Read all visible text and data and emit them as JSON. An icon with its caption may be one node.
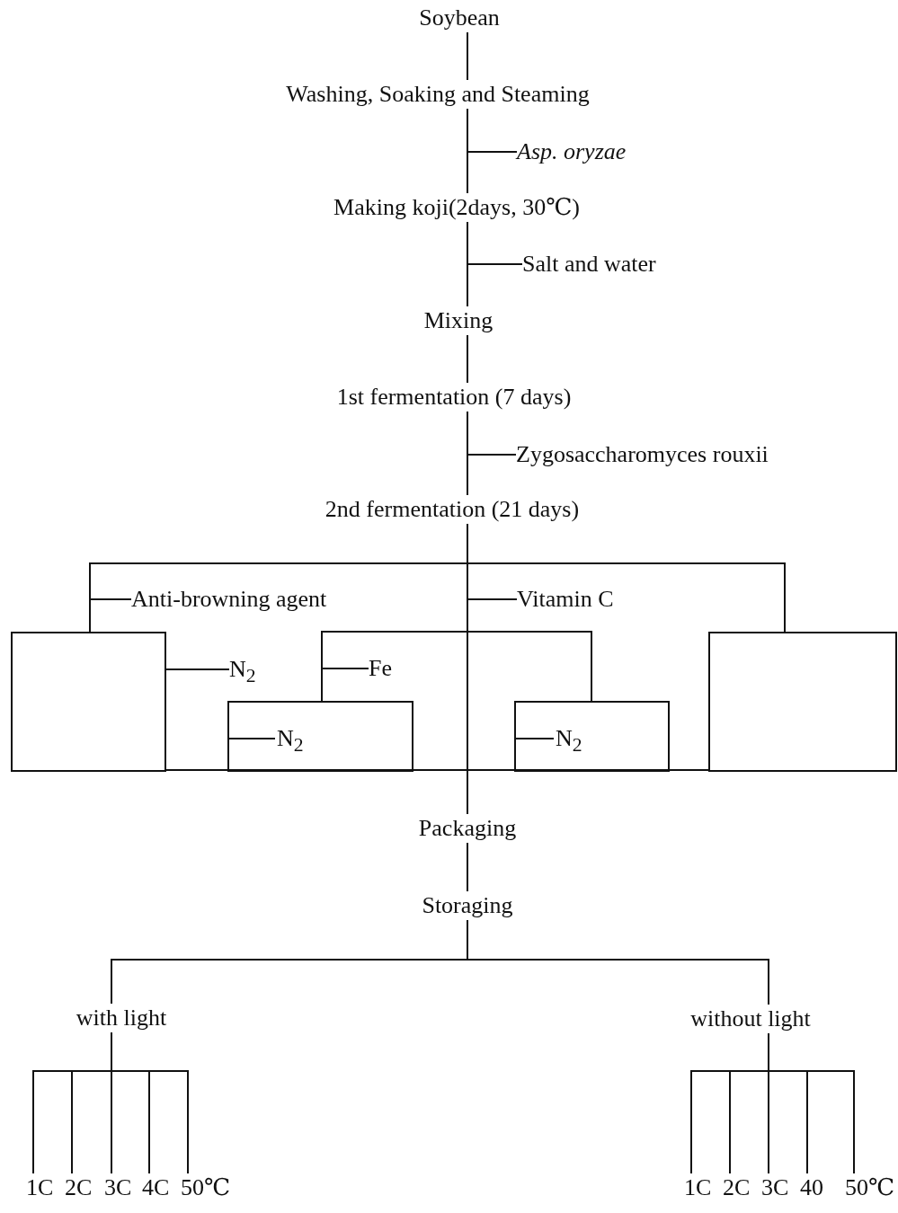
{
  "diagram": {
    "nodes": [
      {
        "text": [
          "Soybean"
        ]
      },
      {
        "text": [
          "Washing, Soaking and Steaming"
        ]
      },
      {
        "text": [
          "Asp. oryzae"
        ]
      },
      {
        "text": [
          "Making koji(2days, 30℃)"
        ]
      },
      {
        "text": [
          "Salt and water"
        ]
      },
      {
        "text": [
          "Mixing"
        ]
      },
      {
        "text": [
          "1st fermentation (7 days)"
        ]
      },
      {
        "text": [
          "Zygosaccharomyces rouxii"
        ]
      },
      {
        "text": [
          "2nd fermentation (21 days)"
        ]
      },
      {
        "text": [
          "Anti-browning agent"
        ]
      },
      {
        "text": [
          "Vitamin C"
        ]
      },
      {
        "text": [],
        "shape": "box"
      },
      {
        "text": [
          "N$_{2}$"
        ]
      },
      {
        "text": [
          "Fe"
        ]
      },
      {
        "text": [],
        "shape": "box"
      },
      {
        "text": [
          "N$_{2}$"
        ],
        "in": 14
      },
      {
        "text": [],
        "shape": "box"
      },
      {
        "text": [
          "N$_{2}$"
        ],
        "in": 16
      },
      {
        "text": [],
        "shape": "box"
      },
      {
        "text": [
          "Packaging"
        ]
      },
      {
        "text": [
          "Storaging"
        ]
      },
      {
        "text": [
          "with light"
        ]
      },
      {
        "text": [
          "without light"
        ]
      },
      {
        "text": [
          "1C"
        ]
      },
      {
        "text": [
          "2C"
        ]
      },
      {
        "text": [
          "3C"
        ]
      },
      {
        "text": [
          "4C"
        ]
      },
      {
        "text": [
          "50℃"
        ]
      },
      {
        "text": [
          "1C"
        ]
      },
      {
        "text": [
          "2C"
        ]
      },
      {
        "text": [
          "3C"
        ]
      },
      {
        "text": [
          "40"
        ]
      },
      {
        "text": [
          "50℃"
        ]
      }
    ],
    "edges": [
      {
        "from": 0,
        "to": 1,
        "arrow": "none"
      },
      {
        "from": 1,
        "to": 3,
        "arrow": "none"
      },
      {
        "from": 2,
        "to": 3,
        "arrow": "none"
      },
      {
        "from": 3,
        "to": 5,
        "arrow": "none"
      },
      {
        "from": 4,
        "to": 5,
        "arrow": "none"
      },
      {
        "from": 5,
        "to": 6,
        "arrow": "none"
      },
      {
        "from": 6,
        "to": 8,
        "arrow": "none"
      },
      {
        "from": 7,
        "to": 8,
        "arrow": "none"
      },
      {
        "from": 8,
        "to": 11,
        "arrow": "none"
      },
      {
        "from": 8,
        "to": 18,
        "arrow": "none"
      },
      {
        "from": 8,
        "to": 14,
        "arrow": "none"
      },
      {
        "from": 8,
        "to": 16,
        "arrow": "none"
      },
      {
        "from": 9,
        "to": 11,
        "arrow": "none"
      },
      {
        "from": 10,
        "to": 14,
        "arrow": "none"
      },
      {
        "from": 10,
        "to": 16,
        "arrow": "none"
      },
      {
        "from": 12,
        "to": 11,
        "arrow": "none"
      },
      {
        "from": 13,
        "to": 14,
        "arrow": "none"
      },
      {
        "from": 15,
        "to": 14,
        "arrow": "none"
      },
      {
        "from": 17,
        "to": 16,
        "arrow": "none"
      },
      {
        "from": 8,
        "to": 19,
        "arrow": "none"
      },
      {
        "from": 11,
        "to": 19,
        "arrow": "none"
      },
      {
        "from": 14,
        "to": 19,
        "arrow": "none"
      },
      {
        "from": 16,
        "to": 19,
        "arrow": "none"
      },
      {
        "from": 18,
        "to": 19,
        "arrow": "none"
      },
      {
        "from": 19,
        "to": 20,
        "arrow": "none"
      },
      {
        "from": 20,
        "to": 21,
        "arrow": "none"
      },
      {
        "from": 20,
        "to": 22,
        "arrow": "none"
      },
      {
        "from": 21,
        "to": 23,
        "arrow": "none"
      },
      {
        "from": 21,
        "to": 24,
        "arrow": "none"
      },
      {
        "from": 21,
        "to": 25,
        "arrow": "none"
      },
      {
        "from": 21,
        "to": 26,
        "arrow": "none"
      },
      {
        "from": 21,
        "to": 27,
        "arrow": "none"
      },
      {
        "from": 22,
        "to": 28,
        "arrow": "none"
      },
      {
        "from": 22,
        "to": 29,
        "arrow": "none"
      },
      {
        "from": 22,
        "to": 30,
        "arrow": "none"
      },
      {
        "from": 22,
        "to": 31,
        "arrow": "none"
      },
      {
        "from": 22,
        "to": 32,
        "arrow": "none"
      }
    ]
  }
}
